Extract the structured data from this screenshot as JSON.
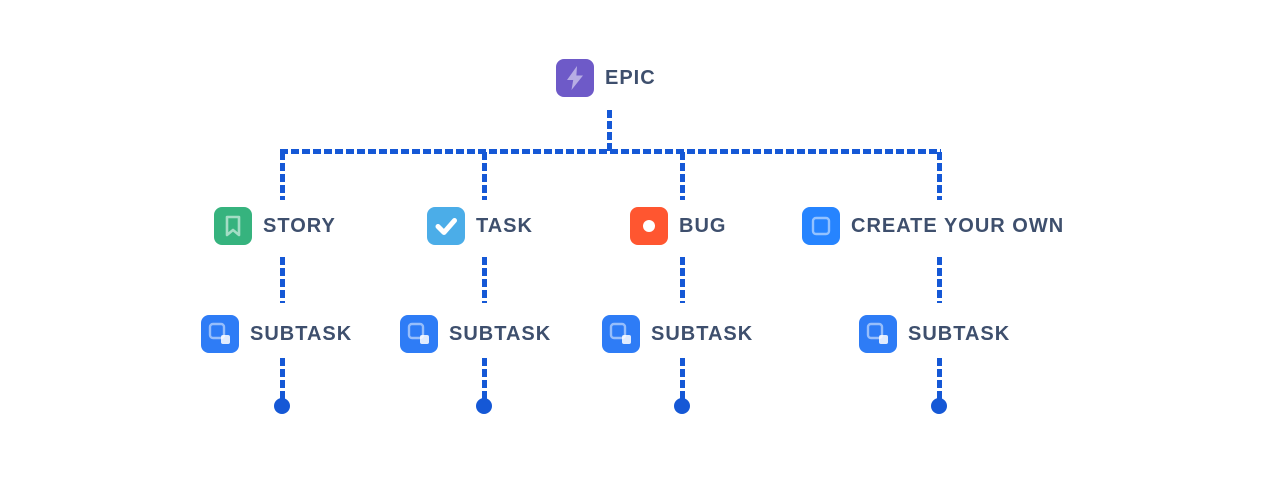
{
  "colors": {
    "line": "#1558D6",
    "label": "#3E4F6D",
    "epic": "#6E5AC8",
    "story": "#36B37E",
    "task": "#4BADE8",
    "bug": "#FF5630",
    "custom": "#2684FF",
    "subtask": "#2E7CF6"
  },
  "tree": {
    "root": {
      "label": "EPIC",
      "icon": "epic-icon"
    },
    "children": [
      {
        "label": "STORY",
        "icon": "story-icon"
      },
      {
        "label": "TASK",
        "icon": "task-icon"
      },
      {
        "label": "BUG",
        "icon": "bug-icon"
      },
      {
        "label": "CREATE YOUR OWN",
        "icon": "create-your-own-icon"
      }
    ],
    "subtasks": [
      {
        "label": "SUBTASK",
        "icon": "subtask-icon"
      },
      {
        "label": "SUBTASK",
        "icon": "subtask-icon"
      },
      {
        "label": "SUBTASK",
        "icon": "subtask-icon"
      },
      {
        "label": "SUBTASK",
        "icon": "subtask-icon"
      }
    ]
  }
}
